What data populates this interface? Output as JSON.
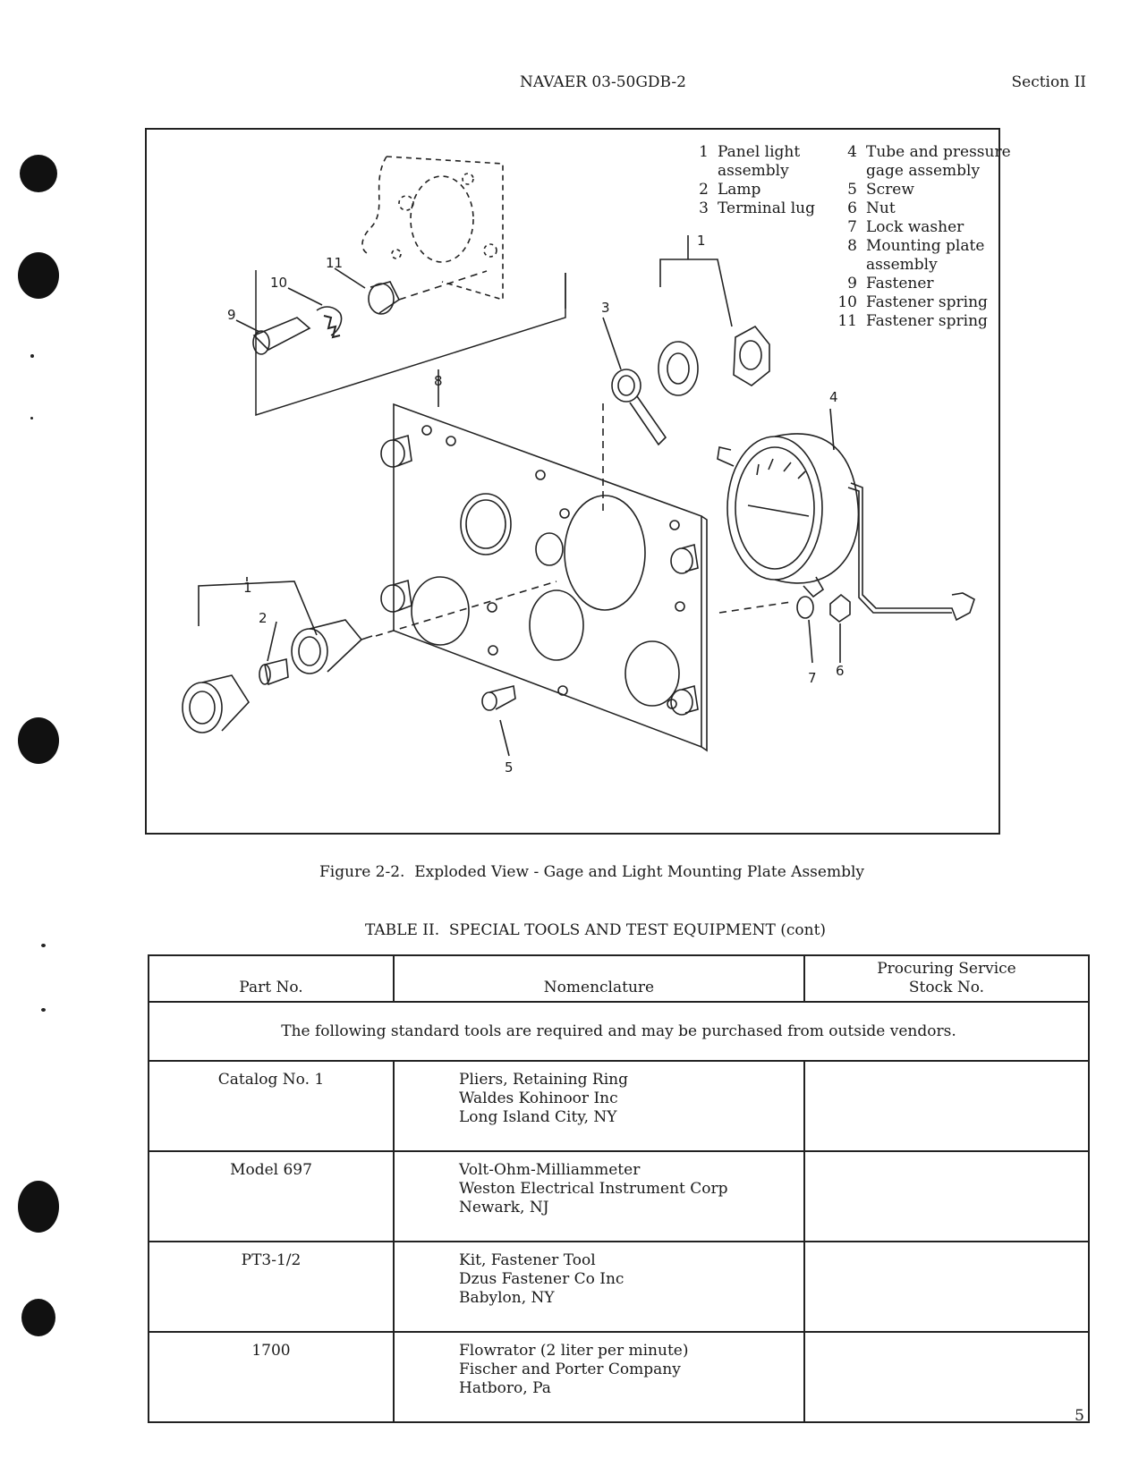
{
  "header": {
    "doc_number": "NAVAER 03-50GDB-2",
    "section": "Section II"
  },
  "figure": {
    "caption": "Figure 2-2.  Exploded View - Gage and Light Mounting Plate Assembly",
    "callouts": [
      "1",
      "2",
      "3",
      "4",
      "5",
      "6",
      "7",
      "8",
      "9",
      "10",
      "11",
      "1"
    ],
    "legend_left": [
      {
        "num": "1",
        "lines": [
          "Panel light",
          "assembly"
        ]
      },
      {
        "num": "2",
        "lines": [
          "Lamp"
        ]
      },
      {
        "num": "3",
        "lines": [
          "Terminal lug"
        ]
      }
    ],
    "legend_right": [
      {
        "num": "4",
        "lines": [
          "Tube and pressure",
          "gage assembly"
        ]
      },
      {
        "num": "5",
        "lines": [
          "Screw"
        ]
      },
      {
        "num": "6",
        "lines": [
          "Nut"
        ]
      },
      {
        "num": "7",
        "lines": [
          "Lock washer"
        ]
      },
      {
        "num": "8",
        "lines": [
          "Mounting plate",
          "assembly"
        ]
      },
      {
        "num": "9",
        "lines": [
          "Fastener"
        ]
      },
      {
        "num": "10",
        "lines": [
          "Fastener spring"
        ]
      },
      {
        "num": "11",
        "lines": [
          "Fastener spring"
        ]
      }
    ]
  },
  "table": {
    "title": "TABLE II.  SPECIAL TOOLS AND TEST EQUIPMENT (cont)",
    "headers": {
      "part_no": "Part No.",
      "nomenclature": "Nomenclature",
      "stock_line1": "Procuring Service",
      "stock_line2": "Stock No."
    },
    "note": "The following standard tools are required and may be purchased from outside vendors.",
    "rows": [
      {
        "part_no": "Catalog No. 1",
        "nomenclature": [
          "Pliers, Retaining Ring",
          "Waldes Kohinoor Inc",
          "Long Island City, NY"
        ],
        "stock_no": ""
      },
      {
        "part_no": "Model 697",
        "nomenclature": [
          "Volt-Ohm-Milliammeter",
          "Weston Electrical Instrument Corp",
          "Newark, NJ"
        ],
        "stock_no": ""
      },
      {
        "part_no": "PT3-1/2",
        "nomenclature": [
          "Kit, Fastener Tool",
          "Dzus Fastener Co Inc",
          "Babylon, NY"
        ],
        "stock_no": ""
      },
      {
        "part_no": "1700",
        "nomenclature": [
          "Flowrator (2 liter per minute)",
          "Fischer and Porter Company",
          "Hatboro, Pa"
        ],
        "stock_no": ""
      }
    ]
  },
  "page_number": "5"
}
